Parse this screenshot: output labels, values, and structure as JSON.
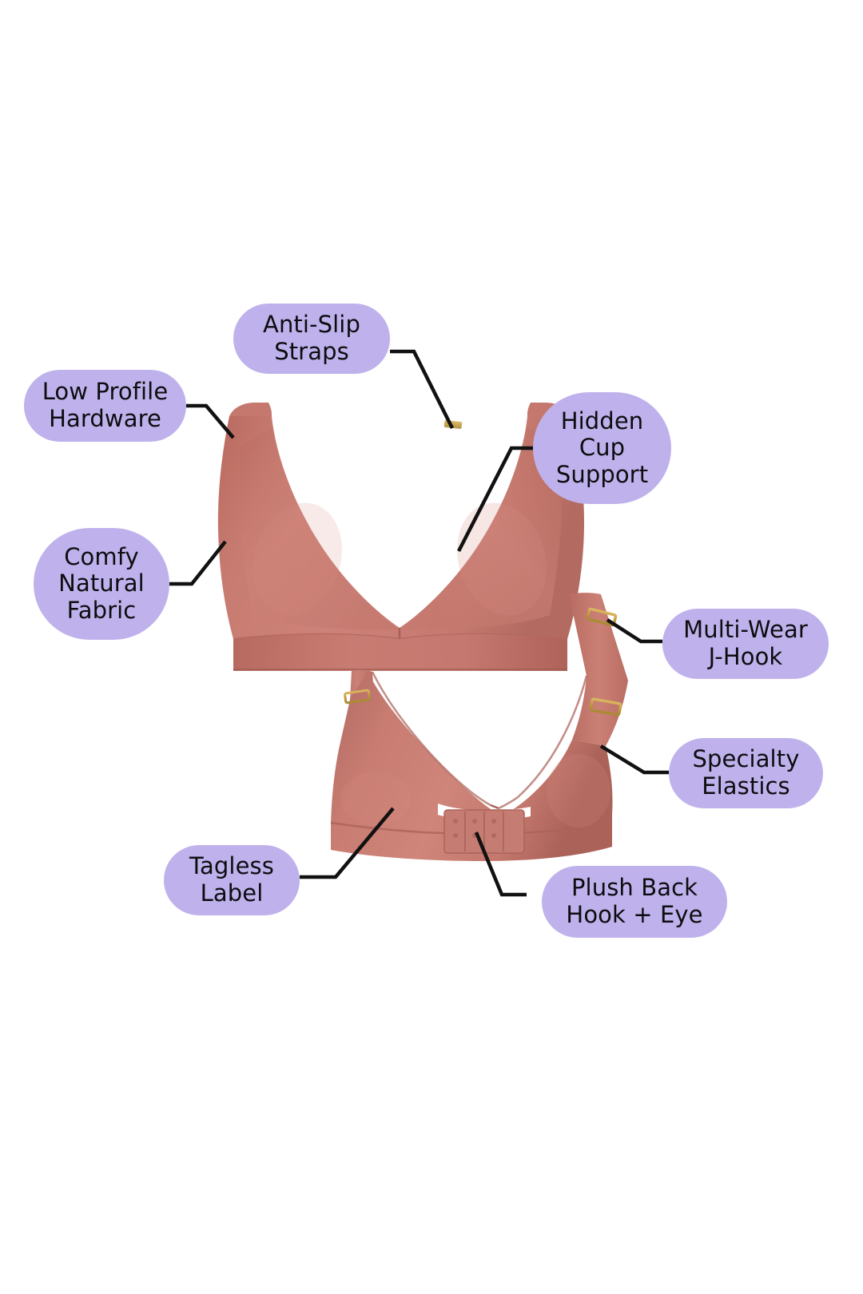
{
  "meta": {
    "subject": "Wireless bra product feature diagram",
    "background_color": "#ffffff",
    "pill_color": "#bfb2ec",
    "text_color": "#0d0d10",
    "leader_color": "#111111",
    "garment_color": "#c9796f",
    "garment_shadow_color": "#b06a62",
    "hardware_color": "#c7a049"
  },
  "product": {
    "front_view_name": "bra-front-view",
    "back_view_name": "bra-back-view",
    "color_name": "dusty-rose"
  },
  "callouts": [
    {
      "id": "low-profile-hardware",
      "lines": [
        "Low Profile",
        "Hardware"
      ],
      "side": "left"
    },
    {
      "id": "anti-slip-straps",
      "lines": [
        "Anti-Slip",
        "Straps"
      ],
      "side": "top"
    },
    {
      "id": "hidden-cup-support",
      "lines": [
        "Hidden",
        "Cup",
        "Support"
      ],
      "side": "right"
    },
    {
      "id": "comfy-natural-fabric",
      "lines": [
        "Comfy",
        "Natural",
        "Fabric"
      ],
      "side": "left"
    },
    {
      "id": "multi-wear-j-hook",
      "lines": [
        "Multi-Wear",
        "J-Hook"
      ],
      "side": "right"
    },
    {
      "id": "specialty-elastics",
      "lines": [
        "Specialty",
        "Elastics"
      ],
      "side": "right"
    },
    {
      "id": "tagless-label",
      "lines": [
        "Tagless",
        "Label"
      ],
      "side": "left"
    },
    {
      "id": "plush-back-hook-eye",
      "lines": [
        "Plush Back",
        "Hook + Eye"
      ],
      "side": "bottom"
    }
  ]
}
